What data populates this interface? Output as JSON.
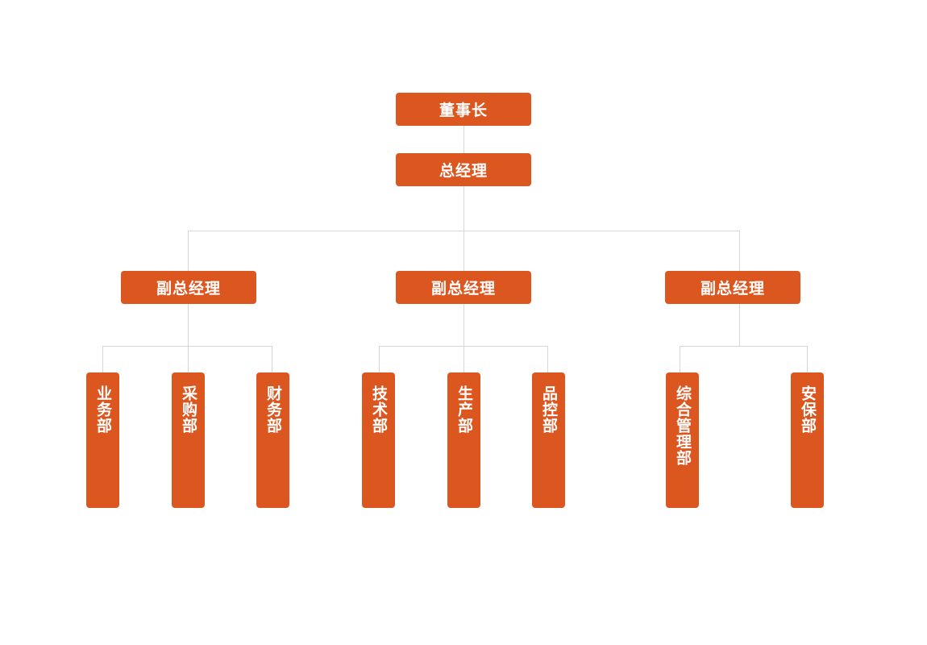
{
  "org_chart": {
    "chairman": "董事长",
    "general_manager": "总经理",
    "deputies": [
      {
        "title": "副总经理",
        "departments": [
          "业务部",
          "采购部",
          "财务部"
        ]
      },
      {
        "title": "副总经理",
        "departments": [
          "技术部",
          "生产部",
          "品控部"
        ]
      },
      {
        "title": "副总经理",
        "departments": [
          "综合管理部",
          "安保部"
        ]
      }
    ]
  },
  "colors": {
    "box": "#dc5620",
    "connector": "#d6d6d6",
    "text": "#ffffff"
  }
}
